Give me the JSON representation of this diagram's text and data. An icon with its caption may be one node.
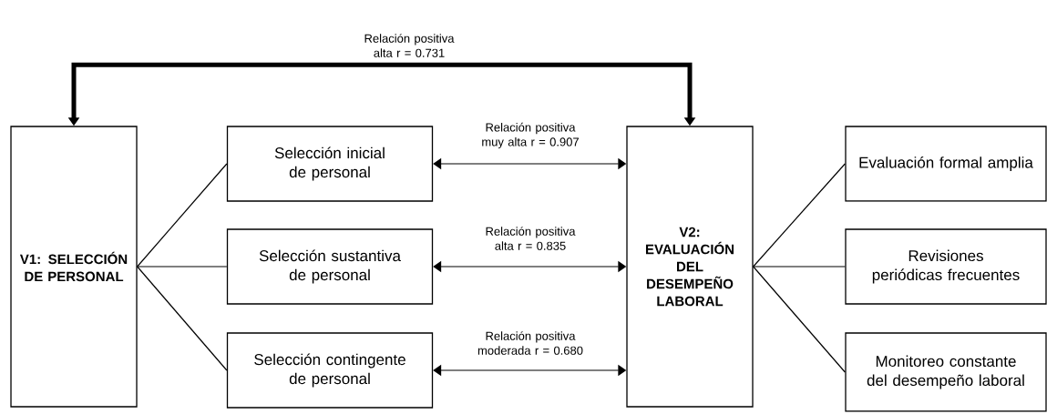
{
  "diagram": {
    "nodes": [
      {
        "text": [
          "V1: SELECCIÓN DE PERSONAL"
        ]
      },
      {
        "text": [
          "Selección inicial de personal"
        ]
      },
      {
        "text": [
          "Selección sustantiva de personal"
        ]
      },
      {
        "text": [
          "Selección contingente de personal"
        ]
      },
      {
        "text": [
          "V2: EVALUACIÓN DEL DESEMPEÑO LABORAL"
        ]
      },
      {
        "text": [
          "Evaluación formal amplia"
        ]
      },
      {
        "text": [
          "Revisiones periódicas frecuentes"
        ]
      },
      {
        "text": [
          "Monitoreo constante del desempeño laboral"
        ]
      }
    ],
    "edges": [
      {
        "from": 0,
        "to": 4,
        "arrow": "both",
        "style": "thick",
        "label": "Relación positiva alta r = 0.731"
      },
      {
        "from": 0,
        "to": 1,
        "arrow": "none"
      },
      {
        "from": 0,
        "to": 2,
        "arrow": "none"
      },
      {
        "from": 0,
        "to": 3,
        "arrow": "none"
      },
      {
        "from": 1,
        "to": 4,
        "arrow": "both",
        "label": "Relación positiva muy alta r = 0.907"
      },
      {
        "from": 2,
        "to": 4,
        "arrow": "both",
        "label": "Relación positiva alta r = 0.835"
      },
      {
        "from": 3,
        "to": 4,
        "arrow": "both",
        "label": "Relación positiva moderada r = 0.680"
      },
      {
        "from": 4,
        "to": 5,
        "arrow": "none"
      },
      {
        "from": 4,
        "to": 6,
        "arrow": "none"
      },
      {
        "from": 4,
        "to": 7,
        "arrow": "none"
      }
    ]
  }
}
